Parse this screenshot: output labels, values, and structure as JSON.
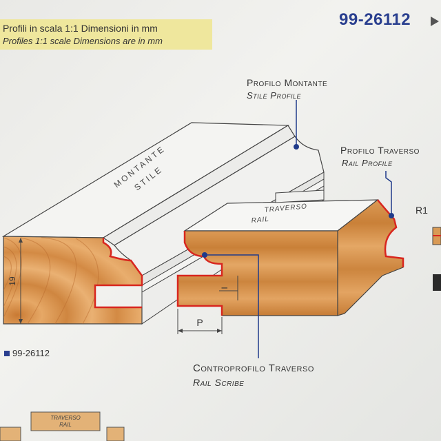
{
  "header": {
    "line1": "Profili in scala 1:1  Dimensioni in mm",
    "line2": "Profiles 1:1 scale  Dimensions are in mm"
  },
  "product_code": "99-26112",
  "labels": {
    "stile_profile_it": "Profilo Montante",
    "stile_profile_en": "Stile Profile",
    "rail_profile_it": "Profilo Traverso",
    "rail_profile_en": "Rail Profile",
    "rail_scribe_it": "Controprofilo Traverso",
    "rail_scribe_en": "Rail Scribe"
  },
  "block_labels": {
    "stile_it": "MONTANTE",
    "stile_en": "STILE",
    "rail_it": "TRAVERSO",
    "rail_en": "RAIL",
    "bottom_rail_it": "TRAVERSO",
    "bottom_rail_en": "RAIL"
  },
  "dimensions": {
    "thickness": "19",
    "depth_symbol": "I",
    "p_symbol": "P"
  },
  "side_marker": "R1",
  "legend": "99-26112",
  "colors": {
    "profile_red": "#d8261f",
    "leader_blue": "#1f3a8a",
    "wood": "#d9924a",
    "code_blue": "#2a3f8f"
  }
}
